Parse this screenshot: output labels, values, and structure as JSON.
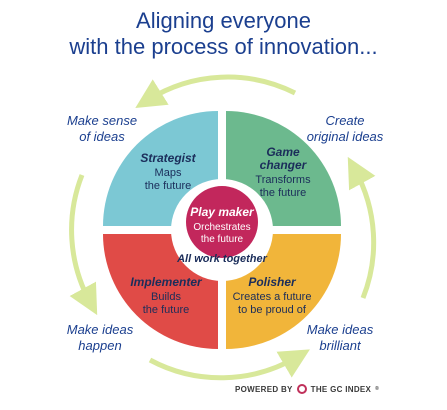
{
  "title": {
    "line1": "Aligning everyone",
    "line2": "with the process of innovation..."
  },
  "outer_labels": {
    "top_left": [
      "Make sense",
      "of ideas"
    ],
    "top_right": [
      "Create",
      "original ideas"
    ],
    "bottom_left": [
      "Make ideas",
      "happen"
    ],
    "bottom_right": [
      "Make ideas",
      "brilliant"
    ]
  },
  "quadrants": {
    "strategist": {
      "name": "Strategist",
      "desc": [
        "Maps",
        "the future"
      ],
      "color": "#7cc8d4"
    },
    "game_changer": {
      "name": [
        "Game",
        "changer"
      ],
      "desc": [
        "Transforms",
        "the future"
      ],
      "color": "#6cb98e"
    },
    "implementer": {
      "name": "Implementer",
      "desc": [
        "Builds",
        "the future"
      ],
      "color": "#e04b47"
    },
    "polisher": {
      "name": "Polisher",
      "desc": [
        "Creates a future",
        "to be proud of"
      ],
      "color": "#f1b53a"
    }
  },
  "center": {
    "name": "Play maker",
    "desc": [
      "Orchestrates",
      "the future"
    ],
    "color": "#c2275c"
  },
  "ring_label": "All work together",
  "arrow_color": "#d8e89a",
  "footer": {
    "powered_by": "POWERED BY",
    "brand": "THE GC INDEX",
    "trademark": "®"
  }
}
